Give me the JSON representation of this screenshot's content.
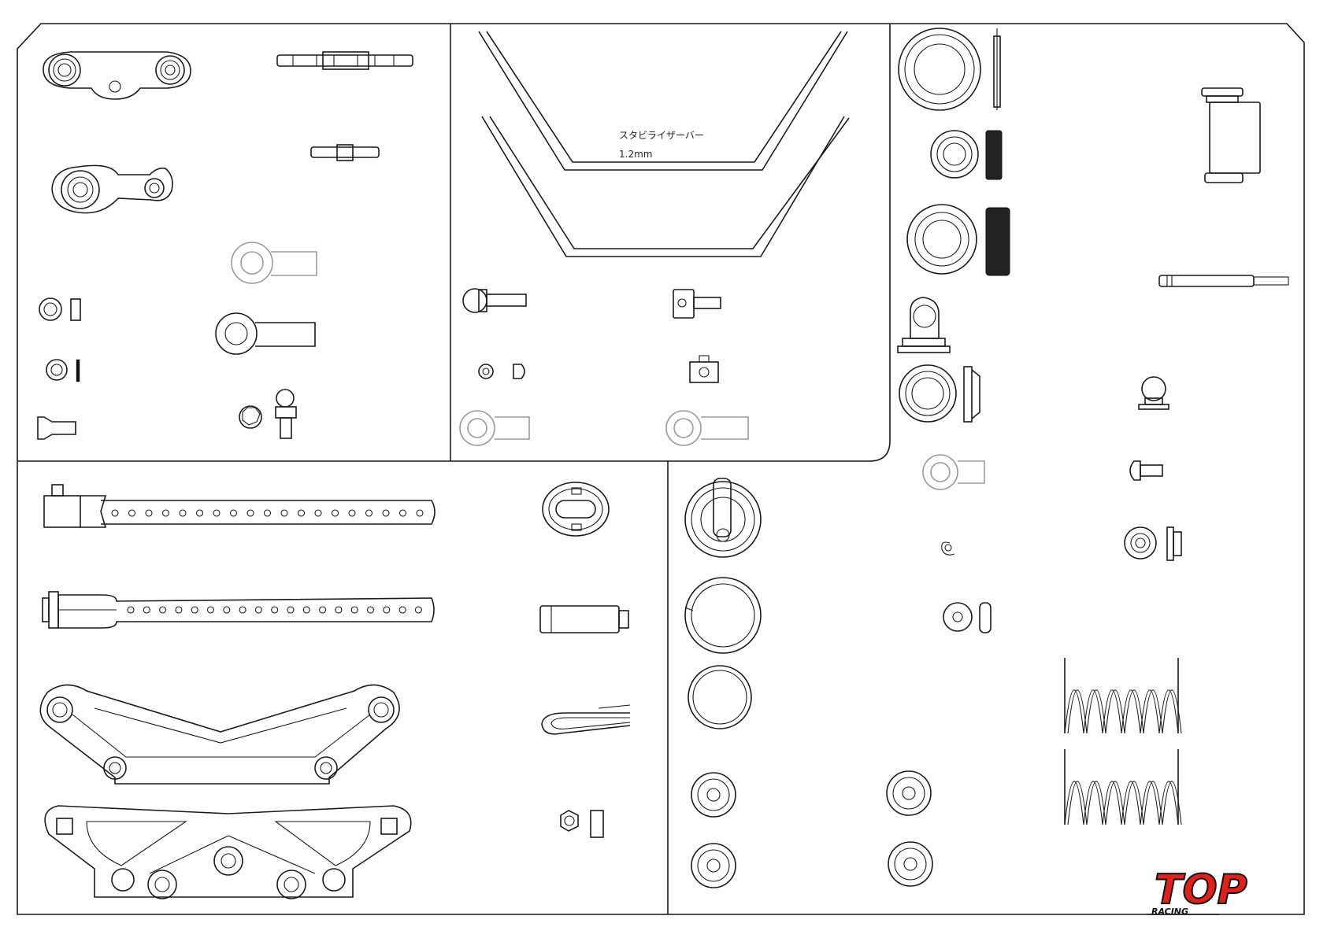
{
  "stabilizer": {
    "name": "スタビライザーバー",
    "size": "1.2mm"
  },
  "logo": {
    "word": "TOP",
    "sub": "RACING",
    "color": "#e0201b"
  },
  "colors": {
    "line": "#1a1a1a",
    "ghost": "#9a9a9a"
  }
}
